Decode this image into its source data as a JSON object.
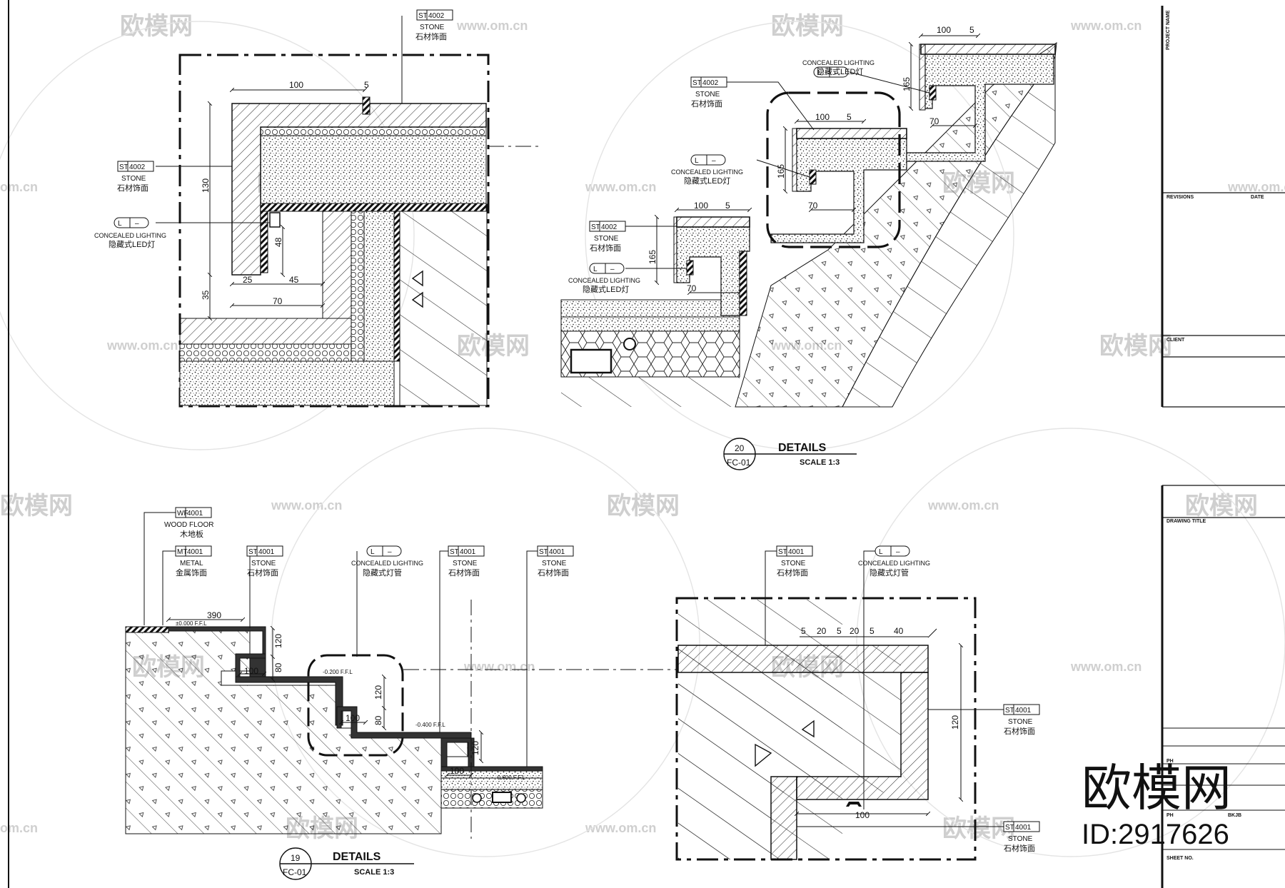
{
  "watermark": {
    "brand": "欧模网",
    "url": "www.om.cn",
    "url_short": "om.cn",
    "id_text": "ID:2917626"
  },
  "tags": {
    "st4002": {
      "prefix": "ST",
      "code": "4002",
      "en": "STONE",
      "cn": "石材饰面"
    },
    "st4001": {
      "prefix": "ST",
      "code": "4001",
      "en": "STONE",
      "cn": "石材饰面"
    },
    "wf4001": {
      "prefix": "WF",
      "code": "4001",
      "en": "WOOD FLOOR",
      "cn": "木地板"
    },
    "mt4001": {
      "prefix": "MT",
      "code": "4001",
      "en": "METAL",
      "cn": "金属饰面"
    },
    "light_led": {
      "prefix": "L",
      "code": "–",
      "en": "CONCEALED LIGHTING",
      "cn": "隐藏式LED灯"
    },
    "light_tube": {
      "prefix": "L",
      "code": "–",
      "en": "CONCEALED LIGHTING",
      "cn": "隐藏式灯管"
    }
  },
  "dims": {
    "d100": "100",
    "d5": "5",
    "d130": "130",
    "d48": "48",
    "d35": "35",
    "d25": "25",
    "d45": "45",
    "d70": "70",
    "d165": "165",
    "d390": "390",
    "d120": "120",
    "d80": "80",
    "d20": "20",
    "d40": "40"
  },
  "levels": {
    "l0": "±0.000 F.F.L",
    "l200": "-0.200 F.F.L",
    "l400": "-0.400 F.F.L",
    "l600": "-0.600 F.F.L"
  },
  "callout20": {
    "num": "20",
    "ref": "FC-01",
    "title": "DETAILS",
    "scale": "SCALE  1:3"
  },
  "callout19": {
    "num": "19",
    "ref": "FC-01",
    "title": "DETAILS",
    "scale": "SCALE  1:3"
  },
  "titleblock": {
    "project_name": "PROJECT NAME",
    "revisions": "REVISIONS",
    "date": "DATE",
    "client": "CLIENT",
    "drawing_title": "DRAWING TITLE",
    "ph": "PH",
    "bkjb": "BKJB",
    "sheet_no": "SHEET NO."
  }
}
